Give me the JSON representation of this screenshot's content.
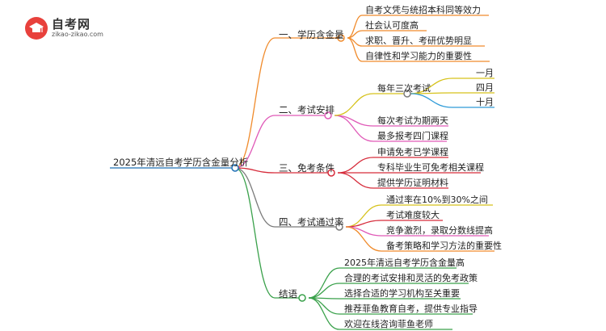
{
  "logo": {
    "title": "自考网",
    "url": "zikao-zikao.com"
  },
  "root": "2025年清远自考学历含金量分析",
  "colors": {
    "root": "#1f6fb5",
    "b1": "#f08b2c",
    "b2": "#e05ab8",
    "b3": "#d62c3b",
    "b4": "#7b7b7b",
    "b5": "#3aa14b",
    "sub_yellow": "#d6c21b",
    "sub_blue": "#2e9bd8",
    "sub_orange": "#f08b2c"
  },
  "branches": [
    {
      "label": "一、学历含金量",
      "items": [
        "自考文凭与统招本科同等效力",
        "社会认可度高",
        "求职、晋升、考研优势明显",
        "自律性和学习能力的重要性"
      ]
    },
    {
      "label": "二、考试安排",
      "items": [
        "每年三次考试",
        "每次考试为期两天",
        "最多报考四门课程"
      ],
      "sub": [
        "一月",
        "四月",
        "十月"
      ]
    },
    {
      "label": "三、免考条件",
      "items": [
        "申请免考已学课程",
        "专科毕业生可免考相关课程",
        "提供学历证明材料"
      ]
    },
    {
      "label": "四、考试通过率",
      "items": [
        "通过率在10%到30%之间",
        "考试难度较大",
        "竞争激烈，录取分数线提高",
        "备考策略和学习方法的重要性"
      ]
    },
    {
      "label": "结语",
      "items": [
        "2025年清远自考学历含金量高",
        "合理的考试安排和灵活的免考政策",
        "选择合适的学习机构至关重要",
        "推荐菲鱼教育自考，提供专业指导",
        "欢迎在线咨询菲鱼老师"
      ]
    }
  ]
}
